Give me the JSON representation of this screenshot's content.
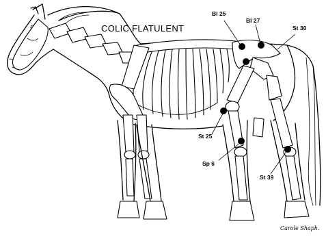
{
  "title": "COLIC FLATULENT",
  "points": [
    {
      "id": "bl25",
      "label": "Bl 25"
    },
    {
      "id": "bl27",
      "label": "Bl 27"
    },
    {
      "id": "st30",
      "label": "St 30"
    },
    {
      "id": "st25",
      "label": "St 25"
    },
    {
      "id": "sp6",
      "label": "Sp 6"
    },
    {
      "id": "st39",
      "label": "St 39"
    }
  ],
  "signature": "Carole Shaph."
}
